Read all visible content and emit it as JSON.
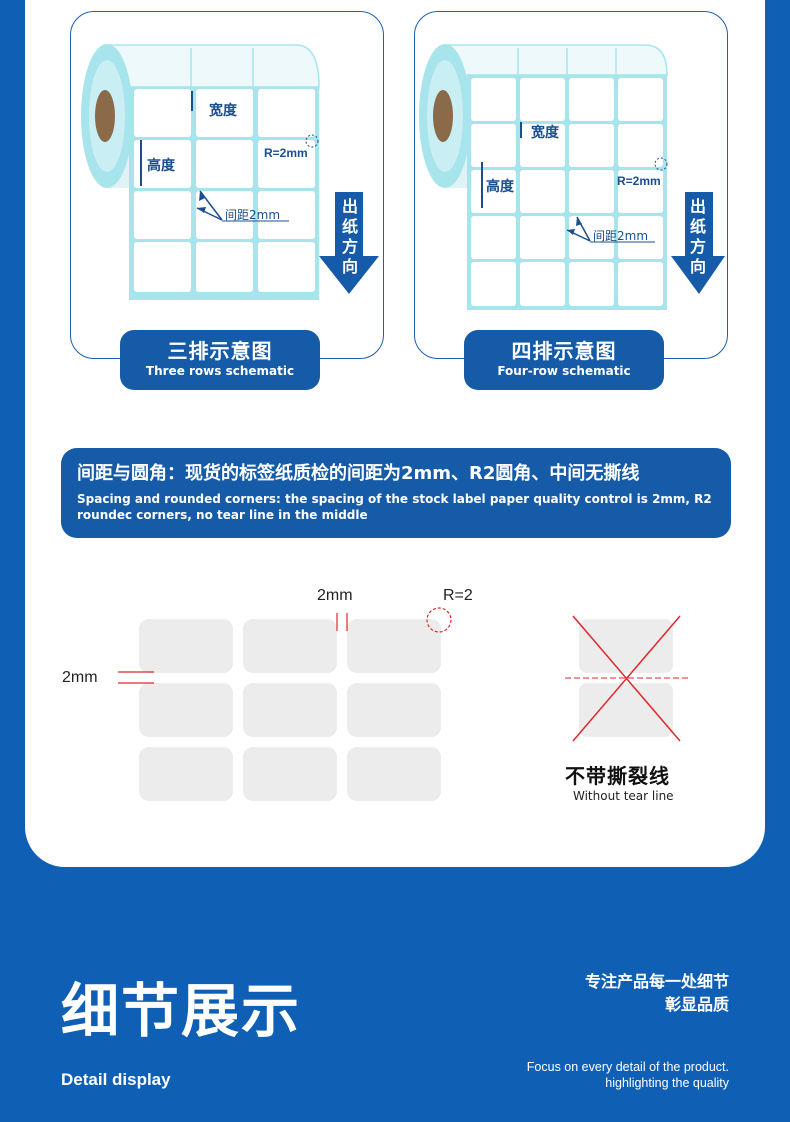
{
  "colors": {
    "brand_blue": "#0f5fb5",
    "label_cyan": "#a8e4ec",
    "cross_red": "#e0272c"
  },
  "panels": [
    {
      "width_label": "宽度",
      "height_label": "高度",
      "radius_label": "R=2mm",
      "gap_label": "间距2mm",
      "direction_label": [
        "出",
        "纸",
        "方",
        "向"
      ],
      "badge_cn": "三排示意图",
      "badge_en": "Three rows schematic"
    },
    {
      "width_label": "宽度",
      "height_label": "高度",
      "radius_label": "R=2mm",
      "gap_label": "间距2mm",
      "direction_label": [
        "出",
        "纸",
        "方",
        "向"
      ],
      "badge_cn": "四排示意图",
      "badge_en": "Four-row schematic"
    }
  ],
  "banner": {
    "title_cn": "间距与圆角：现货的标签纸质检的间距为2mm、R2圆角、中间无撕线",
    "title_en": "Spacing and rounded corners: the spacing of the stock label paper quality control is 2mm, R2 roundec corners, no tear line in the middle"
  },
  "diagram": {
    "top_gap_label": "2mm",
    "radius_label": "R=2",
    "left_gap_label": "2mm",
    "no_tear_cn": "不带撕裂线",
    "no_tear_en": "Without tear line"
  },
  "footer": {
    "title_cn": "细节展示",
    "title_en": "Detail display",
    "slogan_cn_1": "专注产品每一处细节",
    "slogan_cn_2": "彰显品质",
    "slogan_en_1": "Focus on every detail of the product.",
    "slogan_en_2": "highlighting the quality"
  }
}
